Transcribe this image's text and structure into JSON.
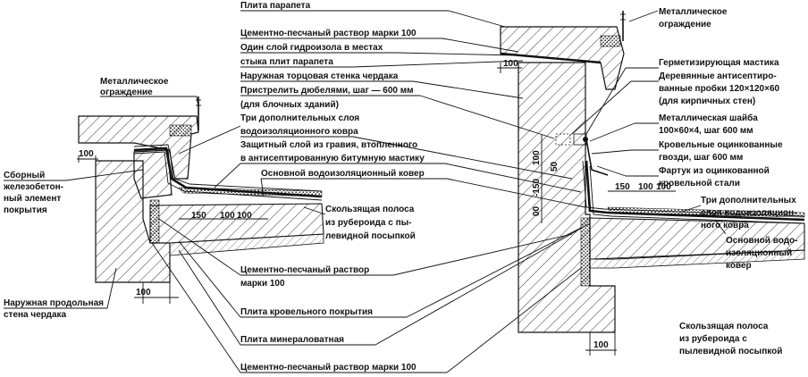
{
  "left_labels": {
    "metal_fence": [
      "Металлическое",
      "ограждение"
    ],
    "precast_element": [
      "Сборный",
      "железобетон-",
      "ный элемент",
      "покрытия"
    ],
    "outer_wall": [
      "Наружная продольная",
      "стена чердака"
    ]
  },
  "center_labels": {
    "l1": "Плита парапета",
    "l2": "Цементно-песчаный раствор марки 100",
    "l3": "Один слой гидроизола в местах",
    "l4": "стыка плит парапета",
    "l5": "Наружная торцовая стенка чердака",
    "l6": "Пристрелить дюбелями, шаг — 600 мм",
    "l7": "(для блочных зданий)",
    "l8": "Три дополнительных слоя",
    "l9": "водоизоляционного ковра",
    "l10": "Защитный слой из гравия, втопленного",
    "l11": "в антисептированную битумную мастику",
    "l12": "Основной водоизоляционный ковер",
    "sliding": [
      "Скользящая полоса",
      "из рубероида с пы-",
      "левидной посыпкой"
    ],
    "b1": [
      "Цементно-песчаный раствор",
      "марки 100"
    ],
    "b2": "Плита кровельного покрытия",
    "b3": "Плита минераловатная",
    "b4": "Цементно-песчаный раствор марки 100"
  },
  "right_labels": {
    "metal_fence": [
      "Металлическое",
      "ограждение"
    ],
    "r1": "Герметизирующая мастика",
    "r2": [
      "Деревянные антисептиро-",
      "ванные пробки 120×120×60",
      "(для кирпичных стен)"
    ],
    "r3": [
      "Металлическая шайба",
      "100×60×4, шаг 600 мм"
    ],
    "r4": [
      "Кровельные оцинкованные",
      "гвозди, шаг 600 мм"
    ],
    "r5": [
      "Фартук из оцинкованной",
      "кровельной стали"
    ],
    "r6": [
      "Три дополнительных",
      "слоя водоизоляцион-",
      "ного ковра"
    ],
    "r7": [
      "Основной водо-",
      "изоляционный",
      "ковер"
    ],
    "sliding": [
      "Скользящая полоса",
      "из рубероида с",
      "пылевидной посыпкой"
    ]
  },
  "dims": {
    "d100": "100",
    "d150": "150",
    "d50": "50",
    "dm150": "-150",
    "d00": "00"
  }
}
